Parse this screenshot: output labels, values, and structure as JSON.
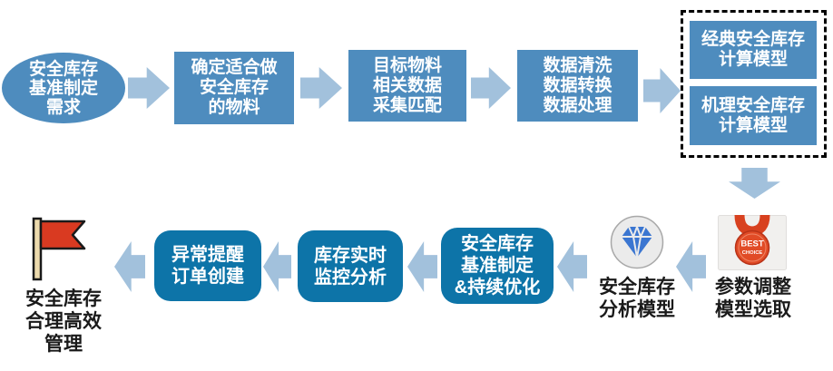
{
  "top_row": {
    "start": {
      "lines": [
        "安全库存",
        "基准制定",
        "需求"
      ]
    },
    "steps": [
      {
        "lines": [
          "确定适合做",
          "安全库存",
          "的物料"
        ]
      },
      {
        "lines": [
          "目标物料",
          "相关数据",
          "采集匹配"
        ]
      },
      {
        "lines": [
          "数据清洗",
          "数据转换",
          "数据处理"
        ]
      }
    ],
    "models": [
      {
        "lines": [
          "经典安全库存",
          "计算模型"
        ]
      },
      {
        "lines": [
          "机理安全库存",
          "计算模型"
        ]
      }
    ]
  },
  "bottom_row": {
    "param_select": {
      "badge": {
        "top": "BEST",
        "bottom": "CHOICE"
      },
      "label_lines": [
        "参数调整",
        "模型选取"
      ]
    },
    "analysis": {
      "label_lines": [
        "安全库存",
        "分析模型"
      ]
    },
    "steps": [
      {
        "lines": [
          "安全库存",
          "基准制定",
          "&持续优化"
        ]
      },
      {
        "lines": [
          "库存实时",
          "监控分析"
        ]
      },
      {
        "lines": [
          "异常提醒",
          "订单创建"
        ]
      }
    ],
    "goal": {
      "label_lines": [
        "安全库存",
        "合理高效",
        "管理"
      ]
    }
  },
  "colors": {
    "process_box": "#4e8cbe",
    "result_box": "#0d74a8",
    "arrow": "#a2c1dc",
    "dashed_border": "#000000",
    "box_text": "#ffffff",
    "label_text": "#1a1a1a",
    "flag_red": "#d93a21",
    "flag_pole": "#eddbad",
    "badge_red": "#e14b26",
    "badge_bg": "#f1f0ee",
    "diamond_blue": "#3b76d1",
    "diamond_circle_bg": "#ebebeb"
  }
}
